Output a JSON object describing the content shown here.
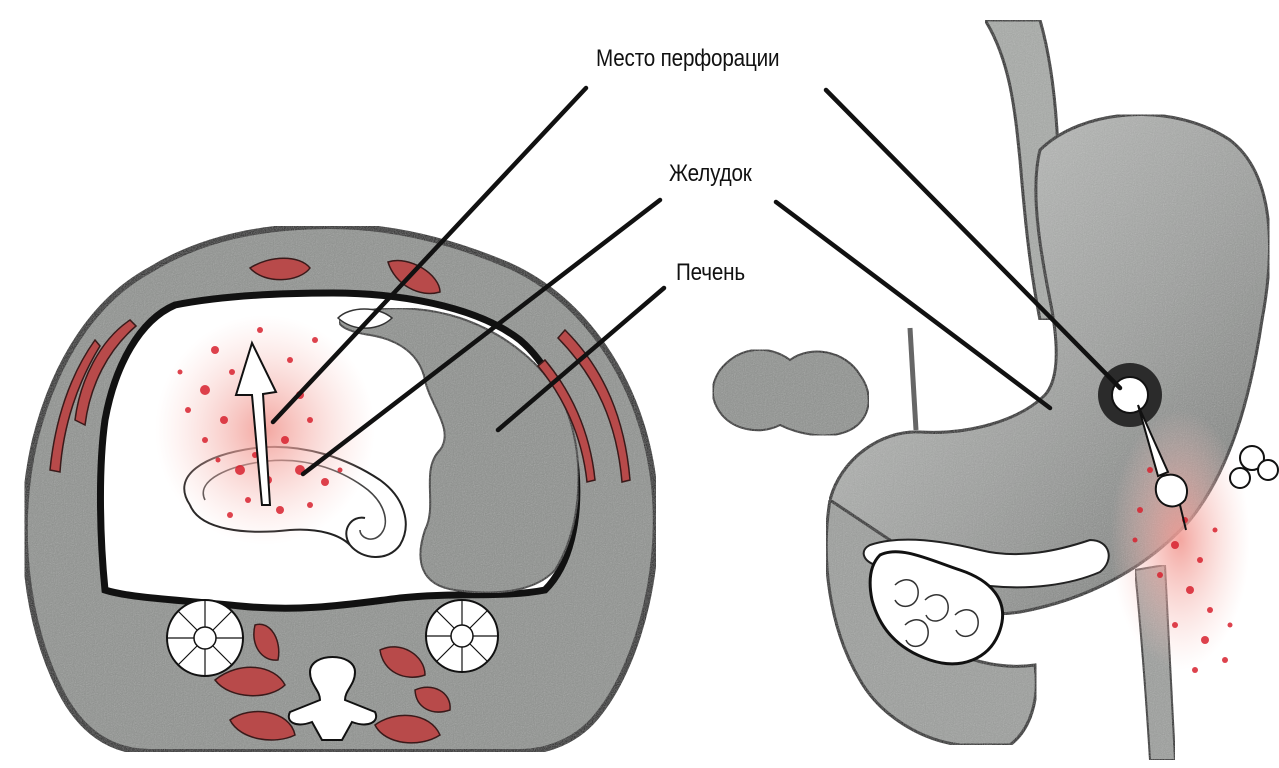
{
  "labels": {
    "perforation_site": "Место перфорации",
    "stomach": "Желудок",
    "liver": "Печень"
  },
  "colors": {
    "body_wall": "#8f928f",
    "organ_gray": "#9a9d9a",
    "outline": "#111111",
    "blood_red": "#d8222f",
    "blush_pink": "#f4b3ae"
  }
}
